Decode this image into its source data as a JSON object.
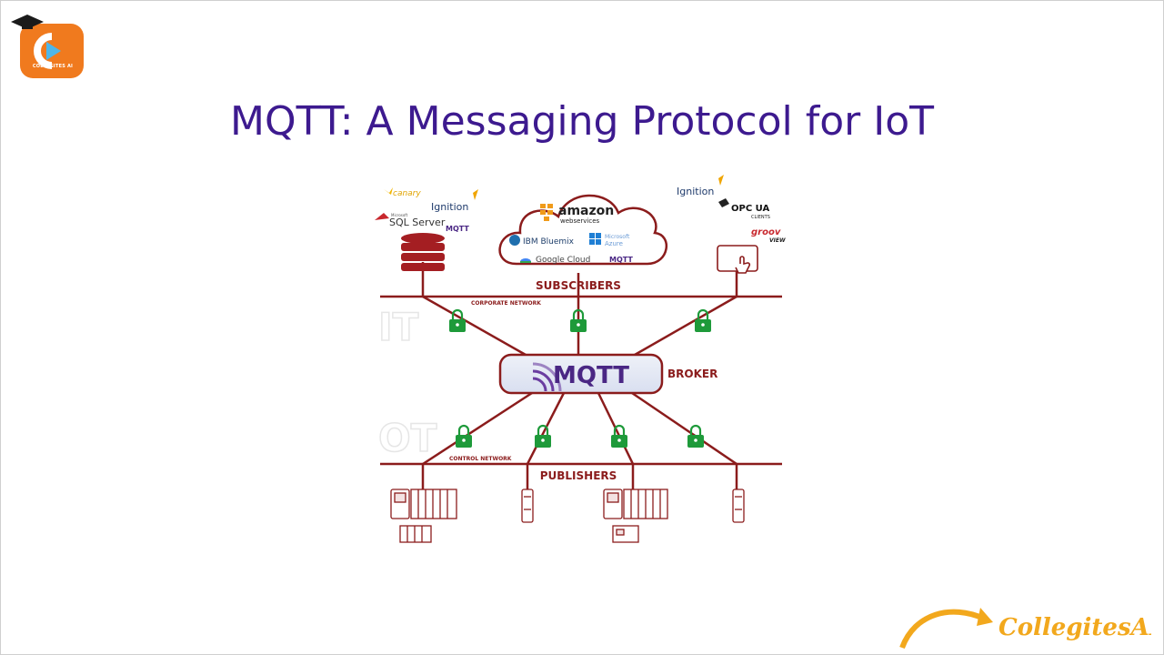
{
  "channel_logo": {
    "text": "COLLEGITES AI"
  },
  "title": "MQTT: A Messaging Protocol for IoT",
  "diagram": {
    "subscribers_label": "SUBSCRIBERS",
    "publishers_label": "PUBLISHERS",
    "broker_label": "BROKER",
    "corporate_network_label": "CORPORATE NETWORK",
    "control_network_label": "CONTROL NETWORK",
    "it_label": "IT",
    "ot_label": "OT",
    "mqtt_label": "MQTT",
    "left_subscriber": {
      "canary": "canary",
      "ignition": "Ignition",
      "microsoft": "Microsoft",
      "sql_server": "SQL Server",
      "mqtt": "MQTT"
    },
    "cloud": {
      "amazon": "amazon",
      "webservices": "webservices",
      "ibm": "IBM Bluemix",
      "azure_top": "Microsoft",
      "azure_bottom": "Azure",
      "google": "Google Cloud",
      "mqtt": "MQTT"
    },
    "right_subscriber": {
      "ignition": "Ignition",
      "opcua": "OPC UA",
      "clients": "CLIENTS",
      "groov": "groov",
      "view": "VIEW"
    }
  },
  "brand": {
    "text": "CollegitesAI"
  },
  "colors": {
    "title": "#3d1a8f",
    "network": "#8b1c1c",
    "lock": "#1e9a3a",
    "brand": "#f2a81d"
  }
}
